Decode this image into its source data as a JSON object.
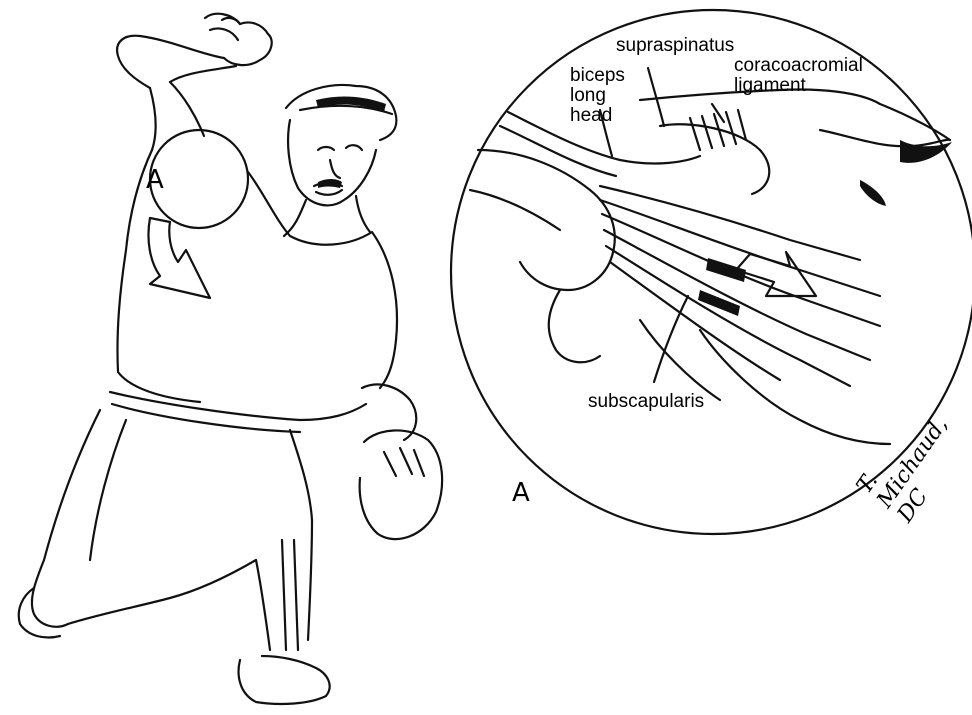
{
  "figure": {
    "marker_left": "A",
    "marker_bottom": "A",
    "labels": {
      "supraspinatus": "supraspinatus",
      "coracoacromial_line1": "coracoacromial",
      "coracoacromial_line2": "ligament",
      "biceps_line1": "biceps",
      "biceps_line2": "long",
      "biceps_line3": "head",
      "subscapularis": "subscapularis"
    },
    "signature": "T. Michaud, DC"
  }
}
